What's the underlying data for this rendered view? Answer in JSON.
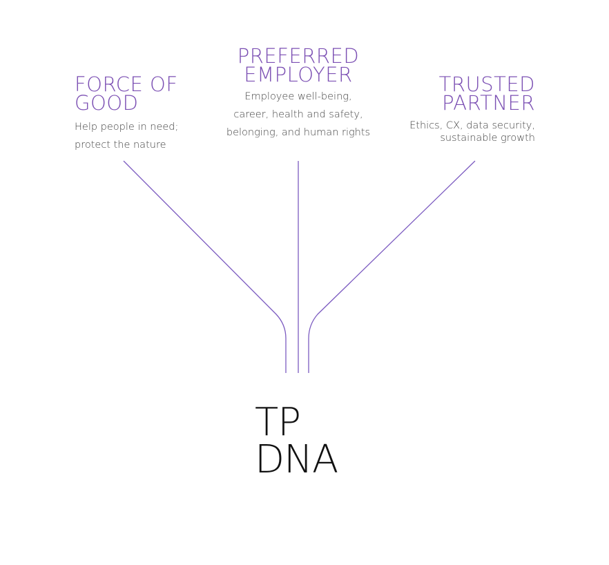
{
  "diagram": {
    "accent_color": "#7b4fb3",
    "line_color": "#7b5ac0",
    "center": {
      "line1": "TP",
      "line2": "DNA"
    },
    "pillars": [
      {
        "title_line1": "FORCE OF",
        "title_line2": "GOOD",
        "desc_lines": [
          "Help people in need;",
          "protect the nature"
        ]
      },
      {
        "title_line1": "PREFERRED",
        "title_line2": "EMPLOYER",
        "desc_lines": [
          "Employee well-being,",
          "career, health and safety,",
          "belonging, and human rights"
        ]
      },
      {
        "title_line1": "TRUSTED",
        "title_line2": "PARTNER",
        "desc_lines": [
          "Ethics, CX, data security,",
          "sustainable growth"
        ]
      }
    ]
  }
}
